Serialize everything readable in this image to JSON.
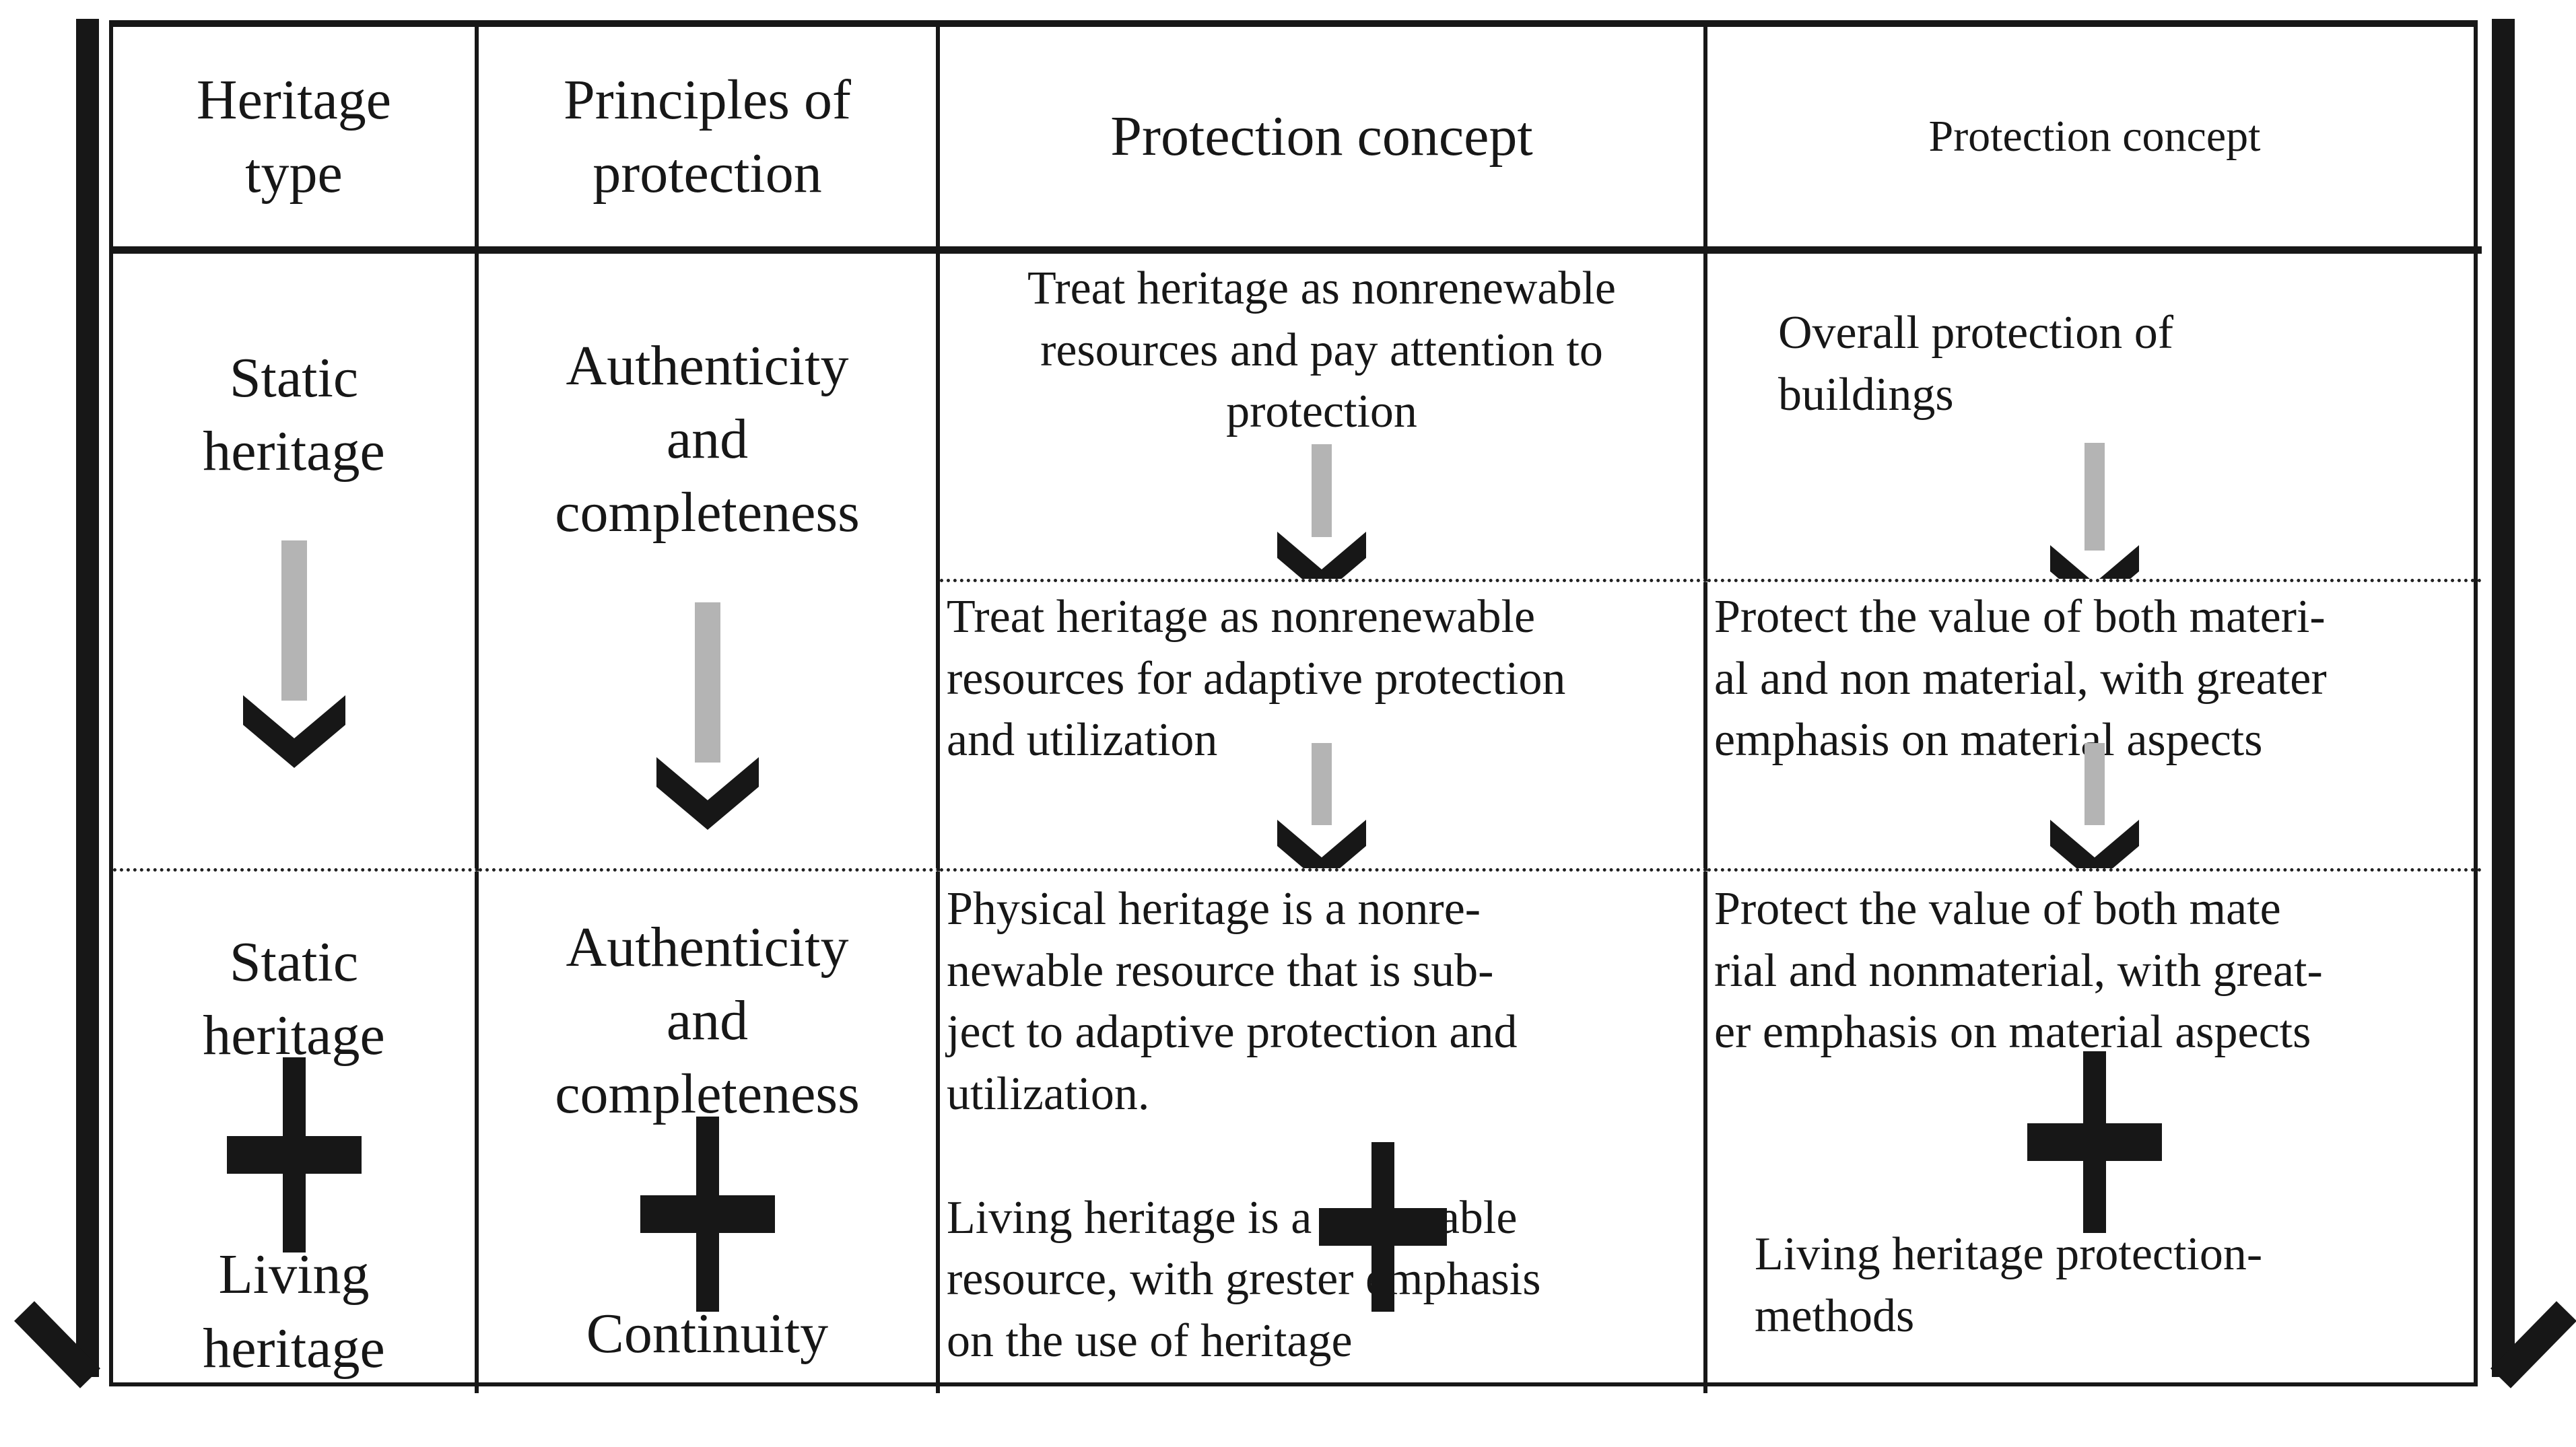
{
  "table": {
    "headers": {
      "col1": "Heritage\ntype",
      "col2": "Principles of\nprotection",
      "col3": "Protection concept",
      "col4": "Protection concept"
    },
    "static_row": {
      "heritage_type": "Static\nheritage",
      "principles": "Authenticity\nand\ncompleteness",
      "stage1_col3": "Treat heritage as nonrenewable\nresources and pay attention to\nprotection",
      "stage1_col4": "Overall protection of\nbuildings",
      "stage2_col3": "Treat heritage as nonrenewable\nresources for adaptive protection\nand utilization",
      "stage2_col4": "Protect the value of both materi-\nal and non material, with greater\nemphasis on material aspects"
    },
    "combined_row": {
      "heritage_type_1": "Static\nheritage",
      "heritage_type_2": "Living\nheritage",
      "principles_1": "Authenticity\nand\ncompleteness",
      "principles_2": "Continuity",
      "concept_col3_1": "Physical heritage is a nonre-\nnewable resource that is sub-\nject to adaptive protection and\nutilization.",
      "concept_col3_2": "Living heritage is a renewable\nresource, with grester emphasis\non the use of heritage",
      "concept_col4_1": "Protect the value of both mate\nrial and nonmaterial, with great-\ner emphasis on material aspects",
      "concept_col4_2": "Living heritage protection-\nmethods"
    }
  },
  "icons": {
    "down_arrow": "▼",
    "plus": "+",
    "side_flow_arrow": "↓"
  },
  "colors": {
    "ink": "#171717",
    "arrow_shaft": "#b4b4b4",
    "background": "#ffffff"
  }
}
